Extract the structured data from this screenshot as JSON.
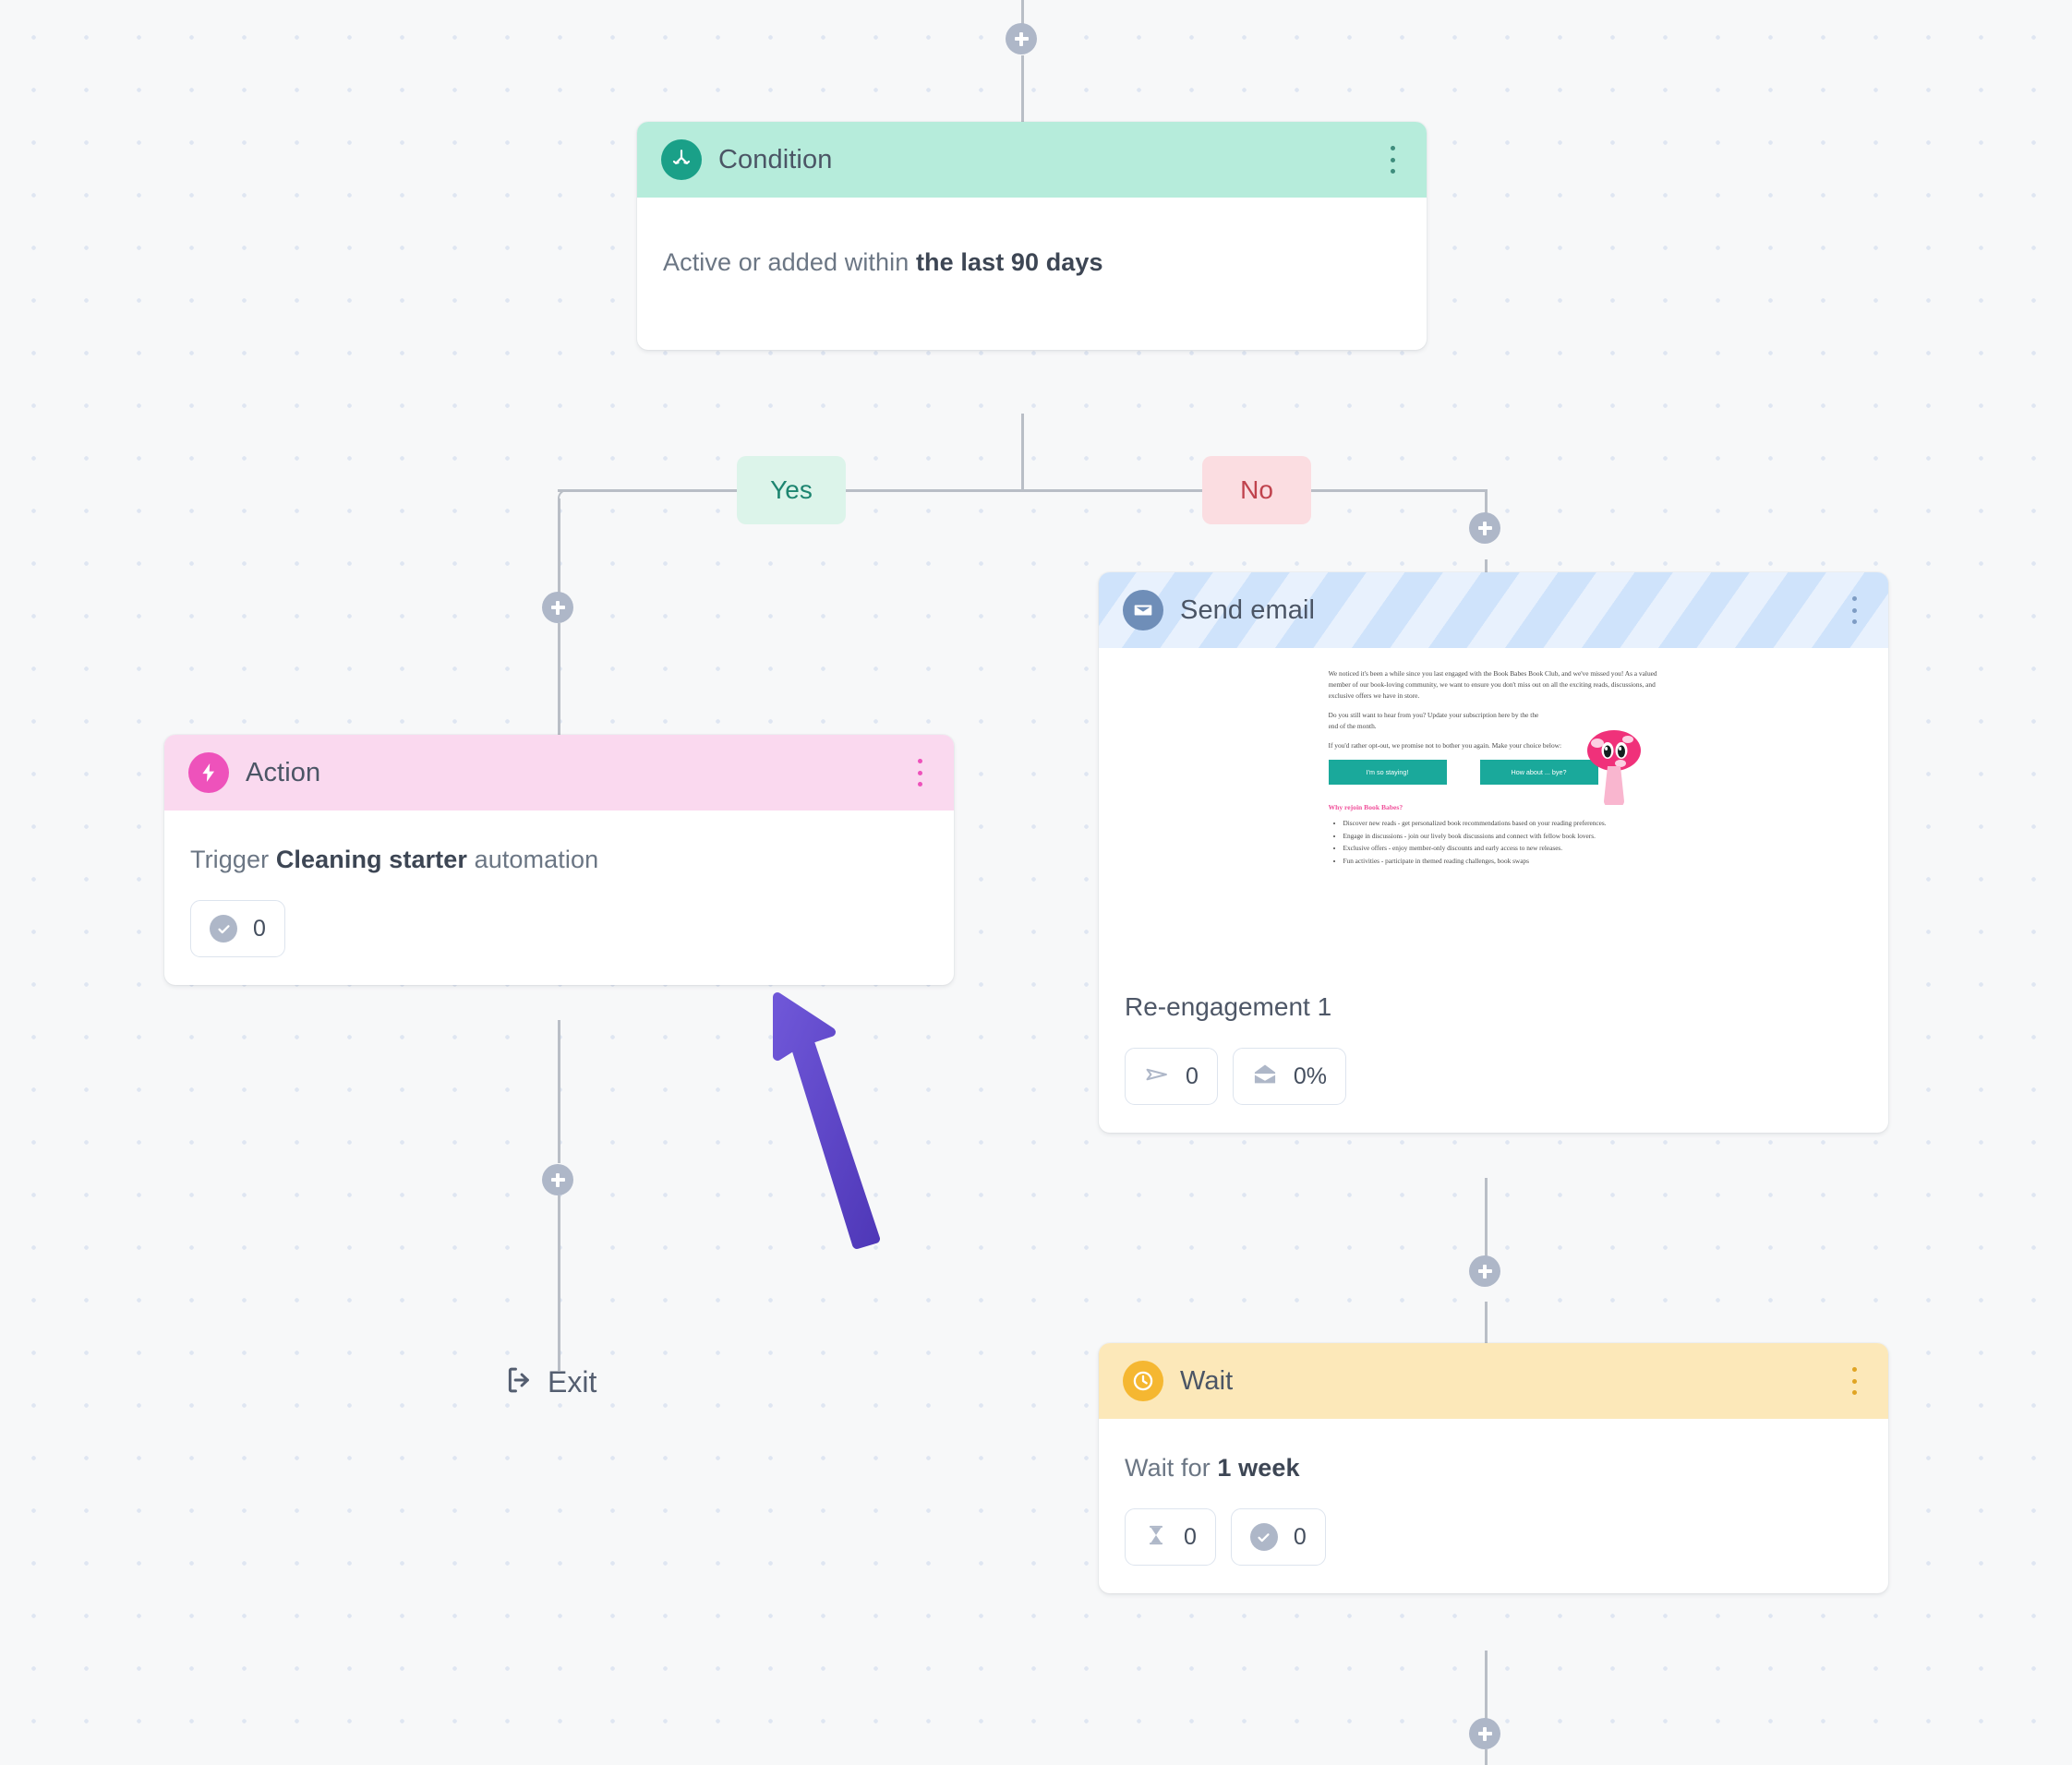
{
  "canvas": {
    "background_color": "#f7f8f9",
    "dot_color": "#dfe6f2"
  },
  "nodes": {
    "condition": {
      "title": "Condition",
      "icon": "branch-icon",
      "header_color": "#b6ecdb",
      "icon_color": "#1aa088",
      "body_prefix": "Active or added within ",
      "body_emphasis": "the last 90 days"
    },
    "branches": {
      "yes_label": "Yes",
      "no_label": "No",
      "yes_color": "#1d8570",
      "no_color": "#c0434e"
    },
    "action": {
      "title": "Action",
      "icon": "lightning-icon",
      "header_color": "#fad9ef",
      "icon_color": "#ee52bb",
      "body_prefix": "Trigger ",
      "body_emphasis": "Cleaning starter",
      "body_suffix": " automation",
      "stats": [
        {
          "icon": "check-circle-icon",
          "value": "0"
        }
      ]
    },
    "send_email": {
      "title": "Send email",
      "icon": "envelope-icon",
      "header_color": "#e8f1fd",
      "icon_color": "#6f8eb8",
      "email_name": "Re-engagement 1",
      "stats": [
        {
          "icon": "paper-plane-icon",
          "value": "0"
        },
        {
          "icon": "open-envelope-icon",
          "value": "0%"
        }
      ],
      "preview": {
        "paragraph_1": "We noticed it's been a while since you last engaged with the Book Babes Book Club, and we've missed you! As a valued member of our book-loving community, we want to ensure you don't miss out on all the exciting reads, discussions, and exclusive offers we have in store.",
        "paragraph_2": "Do you still want to hear from you? Update your subscription here by the the end of the month.",
        "paragraph_3": "If you'd rather opt-out, we promise not to bother you again. Make your choice below:",
        "button_stay": "I'm so staying!",
        "button_leave": "How about ... bye?",
        "heading": "Why rejoin Book Babes?",
        "bullets": [
          "Discover new reads - get personalized book recommendations based on your reading preferences.",
          "Engage in discussions - join our lively book discussions and connect with fellow book lovers.",
          "Exclusive offers - enjoy member-only discounts and early access to new releases.",
          "Fun activities - participate in themed reading challenges, book swaps"
        ],
        "accent_color": "#1aa99b",
        "heading_color": "#f0519b"
      }
    },
    "wait": {
      "title": "Wait",
      "icon": "clock-icon",
      "header_color": "#fce8b9",
      "icon_color": "#f5b731",
      "body_prefix": "Wait for ",
      "body_emphasis": "1 week",
      "stats": [
        {
          "icon": "hourglass-icon",
          "value": "0"
        },
        {
          "icon": "check-circle-icon",
          "value": "0"
        }
      ]
    },
    "exit": {
      "label": "Exit",
      "icon": "exit-icon"
    }
  },
  "controls": {
    "add_step_label": "+",
    "menu_label": "More options"
  },
  "cursor": {
    "color": "#6247d0"
  }
}
